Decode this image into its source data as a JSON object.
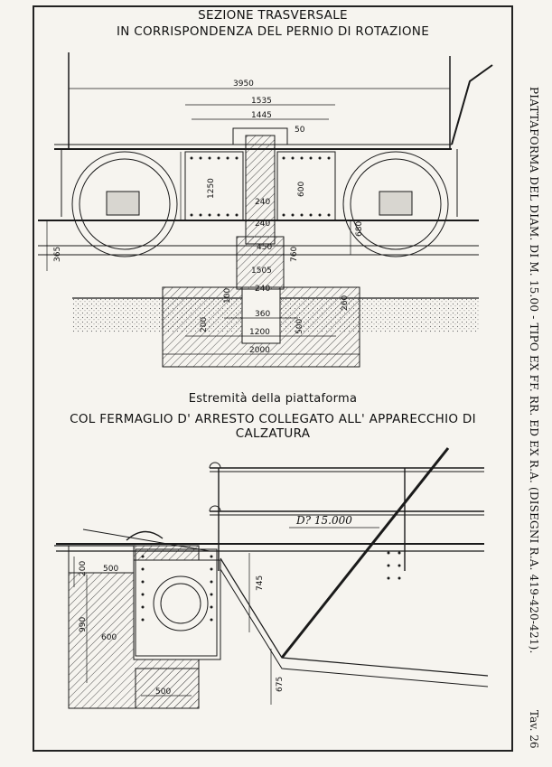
{
  "top_title_line1": "SEZIONE TRASVERSALE",
  "top_title_line2": "IN CORRISPONDENZA DEL PERNIO DI ROTAZIONE",
  "bottom_title_line1": "Estremità della piattaforma",
  "bottom_title_line2": "COL FERMAGLIO D' ARRESTO COLLEGATO ALL' APPARECCHIO DI CALZATURA",
  "side_caption": "PIATTAFORMA DEL DIAM. DI M. 15.00 - TIPO EX FF. RR. ED EX R.A. (DISEGNI R.A. 419-420-421).",
  "plate_number": "Tav. 26",
  "top_dims": {
    "d3950": "3950",
    "d1535": "1535",
    "d1445": "1445",
    "d50": "50",
    "d1250": "1250",
    "d600": "600",
    "d240a": "240",
    "d240b": "240",
    "d450": "450",
    "d760": "760",
    "d680": "680",
    "d365": "365",
    "d1505": "1505",
    "d240c": "240",
    "d260": "260",
    "d100": "100",
    "d200": "200",
    "d500": "500",
    "d360": "360",
    "d1200": "1200",
    "d2000": "2000"
  },
  "bottom_dims": {
    "diameter": "D? 15.000",
    "d500a": "500",
    "d200": "200",
    "d990": "990",
    "d600": "600",
    "d745": "745",
    "d675": "675",
    "d500b": "500"
  },
  "colors": {
    "ink": "#1a1a1a",
    "paper": "#f6f4ef",
    "hatch": "#555555"
  }
}
